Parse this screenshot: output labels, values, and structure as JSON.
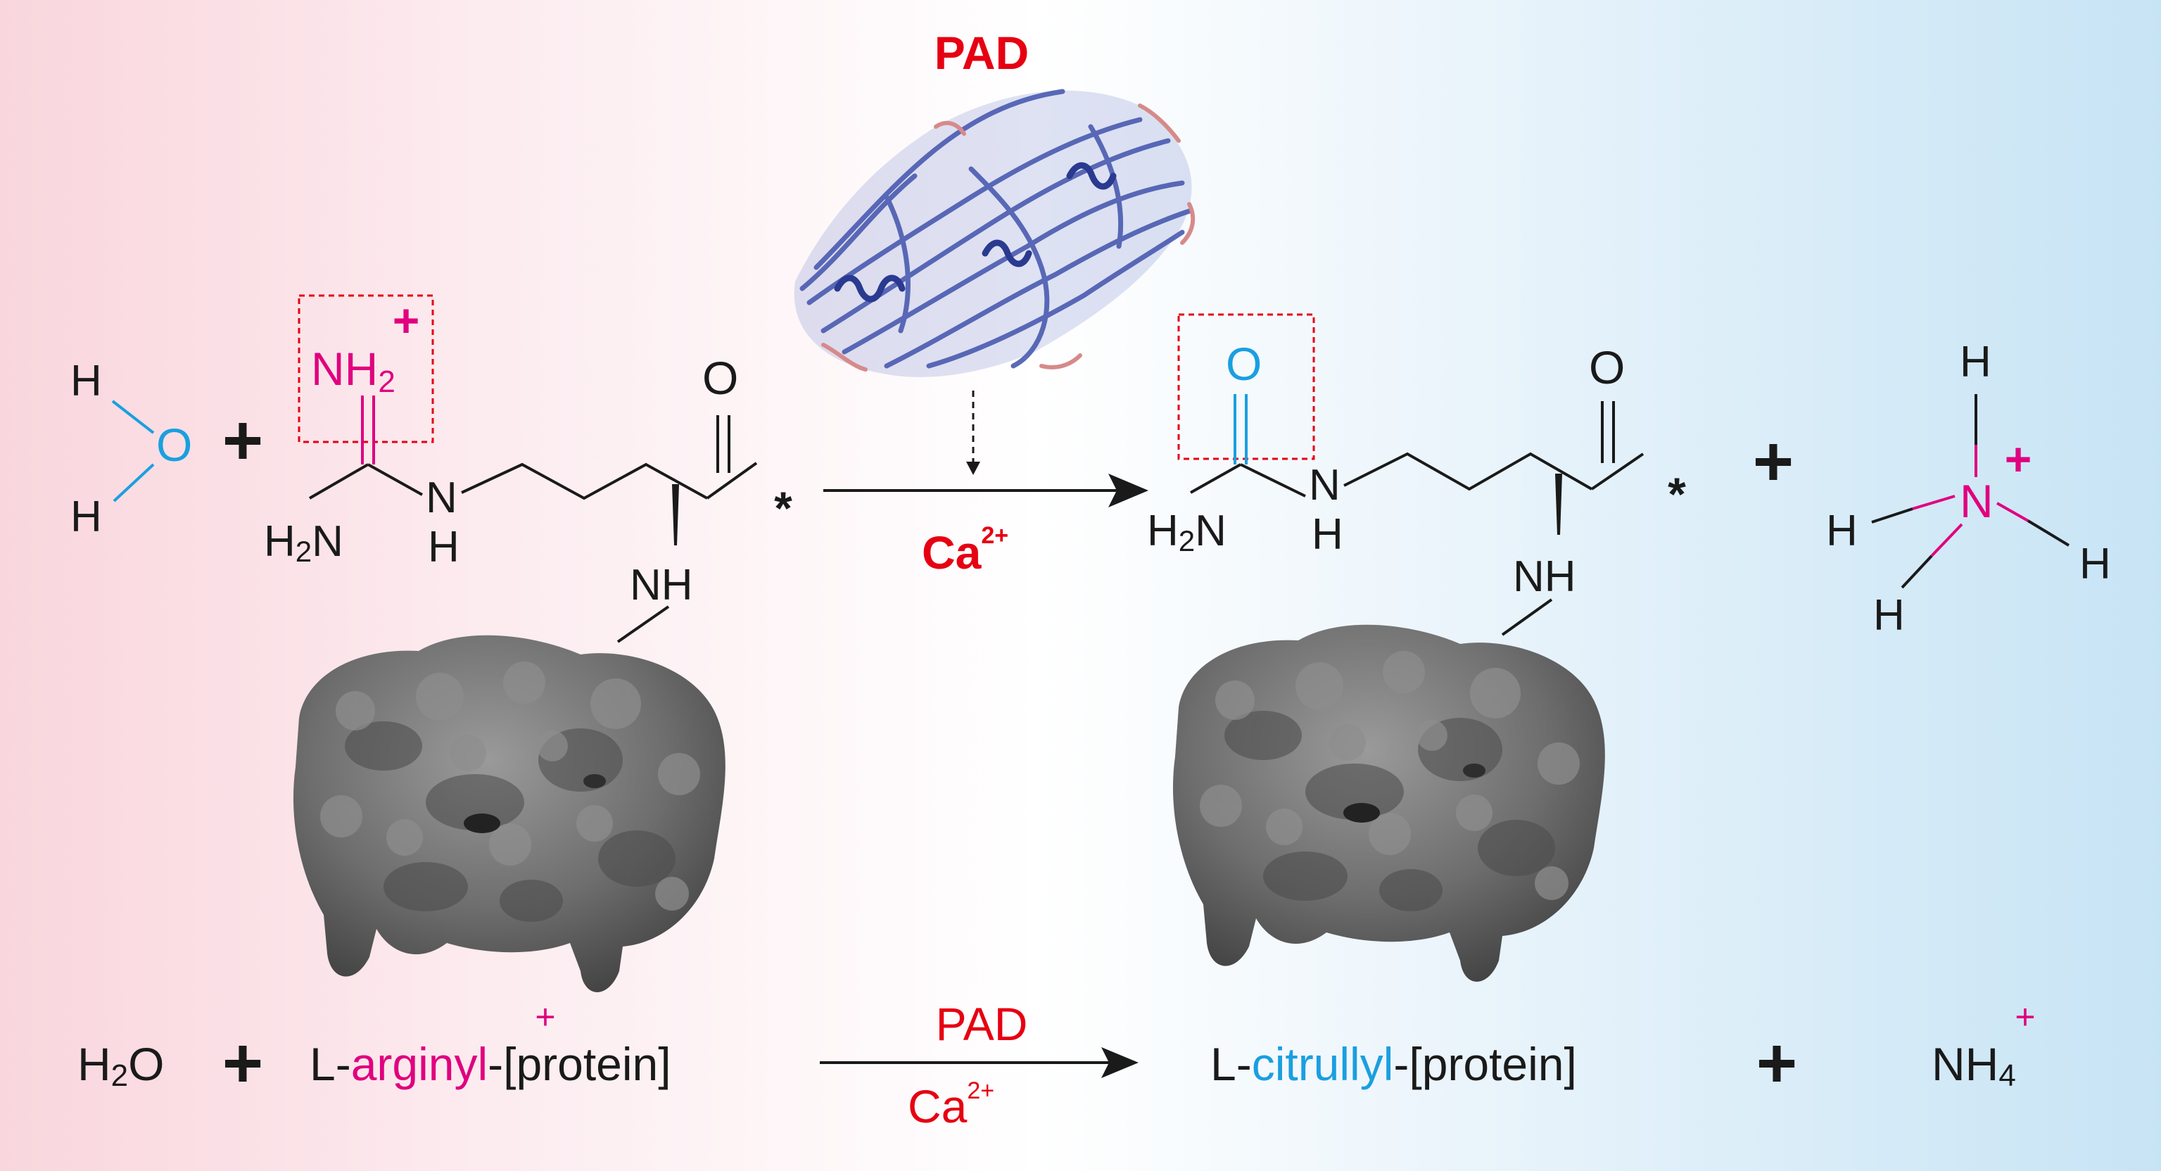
{
  "colors": {
    "magenta": "#e0007f",
    "cyan": "#1a9fe0",
    "red": "#e60012",
    "black": "#1a1a1a",
    "protein": "#6e6e6e",
    "enzyme": "#4a5bb0"
  },
  "icons": {
    "enzyme": "pad-enzyme-ribbon-structure",
    "protein": "protein-surface-blob"
  },
  "scheme": {
    "enzyme_label": "PAD",
    "cofactor": "Ca",
    "cofactor_charge": "2+",
    "water": {
      "H1": "H",
      "O": "O",
      "H2": "H"
    },
    "plus": "+",
    "arginyl": {
      "nh2_main": "NH",
      "nh2_sub": "2",
      "charge": "+",
      "h2n_main": "H",
      "h2n_sub": "2",
      "h2n_end": "N",
      "N": "N",
      "H": "H",
      "O": "O",
      "NH": "NH",
      "star": "*"
    },
    "citrullyl": {
      "O_urea": "O",
      "h2n_main": "H",
      "h2n_sub": "2",
      "h2n_end": "N",
      "N": "N",
      "H": "H",
      "O": "O",
      "NH": "NH",
      "star": "*"
    },
    "ammonium": {
      "N": "N",
      "charge": "+",
      "H_top": "H",
      "H_left": "H",
      "H_right": "H",
      "H_bottom": "H"
    }
  },
  "equation": {
    "water_main": "H",
    "water_sub": "2",
    "water_end": "O",
    "plus": "+",
    "reactant_prefix": "L-",
    "reactant_highlight": "arginyl",
    "reactant_charge": "+",
    "reactant_suffix": "-[protein]",
    "arrow_top": "PAD",
    "arrow_bottom": "Ca",
    "arrow_bottom_charge": "2+",
    "product_prefix": "L-",
    "product_highlight": "citrullyl",
    "product_suffix": "-[protein]",
    "ammonium_main": "NH",
    "ammonium_sub": "4",
    "ammonium_charge": "+"
  }
}
